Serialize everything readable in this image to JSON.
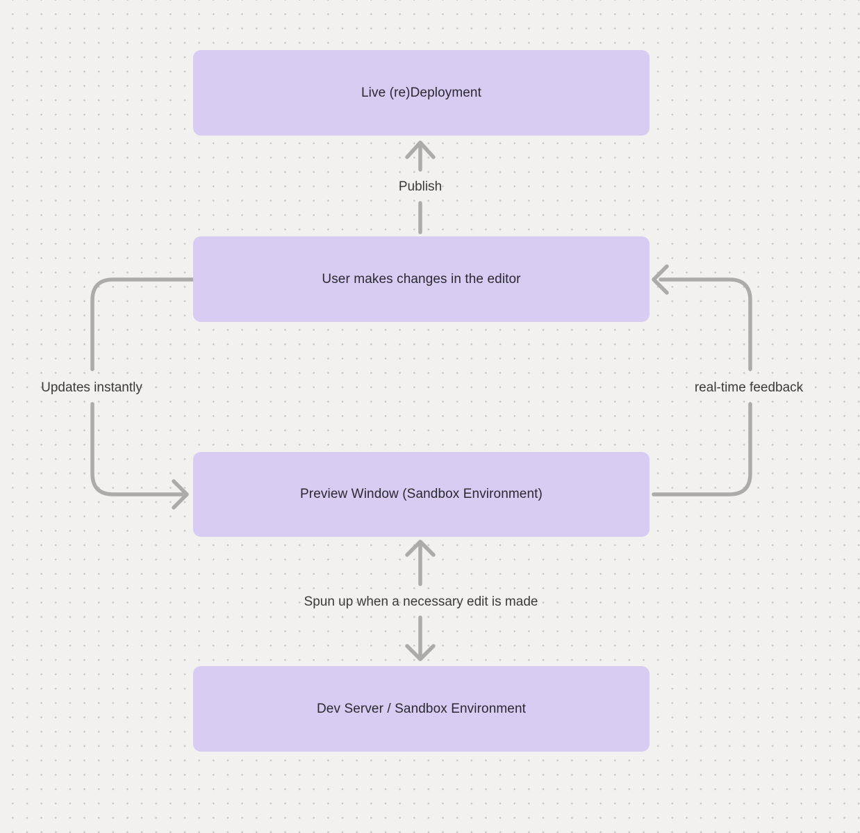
{
  "nodes": [
    {
      "id": "live-redeployment",
      "label": "Live (re)Deployment"
    },
    {
      "id": "user-editor",
      "label": "User makes changes in the editor"
    },
    {
      "id": "preview-window",
      "label": "Preview Window (Sandbox Environment)"
    },
    {
      "id": "dev-server",
      "label": "Dev Server / Sandbox Environment"
    }
  ],
  "edges": [
    {
      "id": "publish",
      "label": "Publish",
      "from": "user-editor",
      "to": "live-redeployment",
      "bidirectional": false
    },
    {
      "id": "updates-instantly",
      "label": "Updates instantly",
      "from": "user-editor",
      "to": "preview-window",
      "bidirectional": false
    },
    {
      "id": "real-time-feedback",
      "label": "real-time feedback",
      "from": "preview-window",
      "to": "user-editor",
      "bidirectional": false
    },
    {
      "id": "spun-up",
      "label": "Spun up when a necessary edit is made",
      "from": "dev-server",
      "to": "preview-window",
      "bidirectional": true
    }
  ],
  "colors": {
    "background": "#f2f1ef",
    "dot": "#c6c4c1",
    "node_fill": "#d8ccf3",
    "node_text": "#2b2830",
    "edge_stroke": "#adabaa",
    "edge_label_text": "#3b3a3a"
  }
}
